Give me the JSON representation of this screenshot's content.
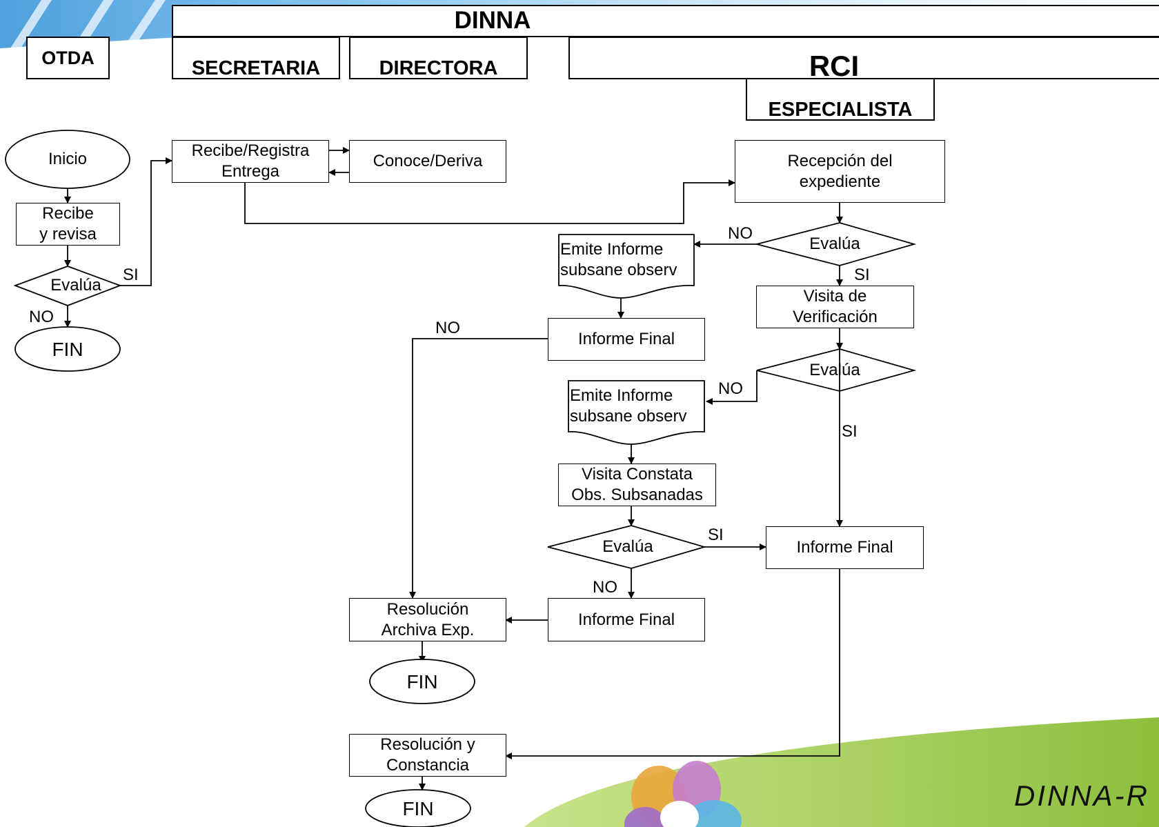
{
  "headers": {
    "dinna": "DINNA",
    "otda": "OTDA",
    "secretaria": "SECRETARIA",
    "directora": "DIRECTORA",
    "rci": "RCI",
    "especialista": "ESPECIALISTA"
  },
  "nodes": {
    "inicio": "Inicio",
    "recibe_revisa": "Recibe\ny revisa",
    "evalua_otda": "Evalúa",
    "fin_otda": "FIN",
    "recibe_registra": "Recibe/Registra\nEntrega",
    "conoce_deriva": "Conoce/Deriva",
    "recepcion": "Recepción del\nexpediente",
    "evalua_1": "Evalúa",
    "emite_informe_1": "Emite Informe\nsubsane observ",
    "visita_verificacion": "Visita de\nVerificación",
    "informe_final_1": "Informe Final",
    "evalua_2": "Evalúa",
    "emite_informe_2": "Emite Informe\nsubsane observ",
    "visita_constata": "Visita Constata\nObs. Subsanadas",
    "evalua_3": "Evalúa",
    "informe_final_si": "Informe Final",
    "informe_final_no": "Informe Final",
    "resolucion_archiva": "Resolución\nArchiva Exp.",
    "fin_archiva": "FIN",
    "resolucion_constancia": "Resolución y\nConstancia",
    "fin_constancia": "FIN"
  },
  "edge_labels": {
    "si_otda": "SI",
    "no_otda": "NO",
    "no_evalua_1": "NO",
    "si_evalua_1": "SI",
    "no_informe_final": "NO",
    "no_evalua_2": "NO",
    "si_evalua_2": "SI",
    "si_evalua_3": "SI",
    "no_evalua_3": "NO"
  },
  "branding": {
    "watermark": "DINNA-R",
    "band_color": "#2f8fd8",
    "leaf_color": "#8dbf3e"
  }
}
